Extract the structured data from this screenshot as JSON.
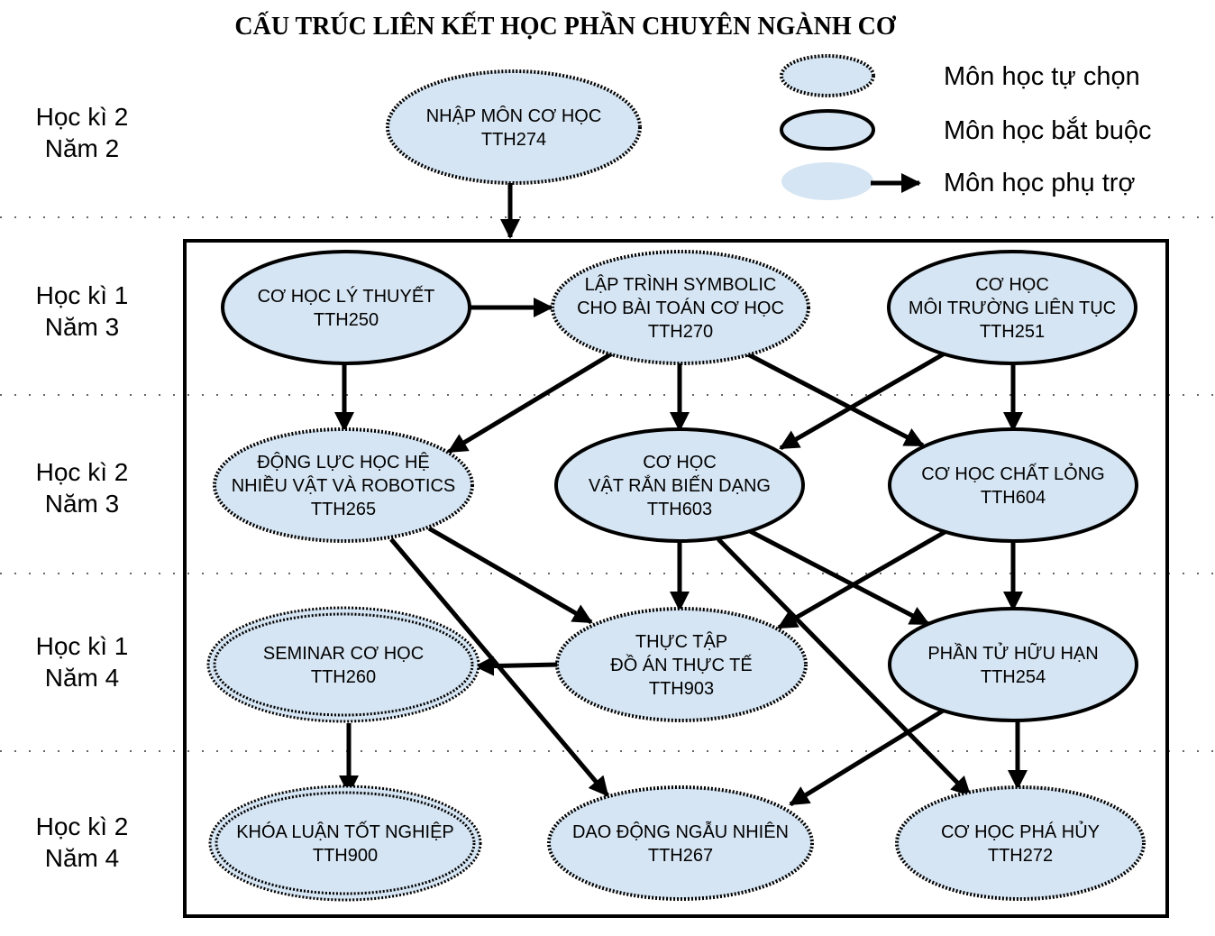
{
  "title": "CẤU TRÚC LIÊN KẾT HỌC PHẦN CHUYÊN NGÀNH CƠ",
  "colors": {
    "node_fill": "#d6e5f3",
    "stroke": "#000000"
  },
  "legend": [
    {
      "type": "elective",
      "label": "Môn học tự chọn"
    },
    {
      "type": "required",
      "label": "Môn học bắt buộc"
    },
    {
      "type": "supporting",
      "label": "Môn học phụ trợ"
    }
  ],
  "semesters": [
    {
      "line1": "Học kì 2",
      "line2": "Năm 2"
    },
    {
      "line1": "Học kì 1",
      "line2": "Năm 3"
    },
    {
      "line1": "Học kì 2",
      "line2": "Năm 3"
    },
    {
      "line1": "Học kì 1",
      "line2": "Năm 4"
    },
    {
      "line1": "Học kì 2",
      "line2": "Năm 4"
    }
  ],
  "nodes": {
    "tth274": {
      "type": "elective",
      "lines": [
        "NHẬP MÔN CƠ HỌC",
        "TTH274"
      ]
    },
    "tth250": {
      "type": "required",
      "lines": [
        "CƠ HỌC LÝ THUYẾT",
        "TTH250"
      ]
    },
    "tth270": {
      "type": "elective",
      "lines": [
        "LẬP TRÌNH SYMBOLIC",
        "CHO BÀI TOÁN CƠ HỌC",
        "TTH270"
      ]
    },
    "tth251": {
      "type": "required",
      "lines": [
        "CƠ HỌC",
        "MÔI TRƯỜNG LIÊN TỤC",
        "TTH251"
      ]
    },
    "tth265": {
      "type": "elective",
      "lines": [
        "ĐỘNG LỰC HỌC HỆ",
        "NHIỀU VẬT VÀ ROBOTICS",
        "TTH265"
      ]
    },
    "tth603": {
      "type": "required",
      "lines": [
        "CƠ HỌC",
        "VẬT RẮN BIẾN DẠNG",
        "TTH603"
      ]
    },
    "tth604": {
      "type": "required",
      "lines": [
        "CƠ HỌC CHẤT LỎNG",
        "TTH604"
      ]
    },
    "tth260": {
      "type": "double",
      "lines": [
        "SEMINAR CƠ HỌC",
        "TTH260"
      ]
    },
    "tth903": {
      "type": "elective",
      "lines": [
        "THỰC TẬP",
        "ĐỒ ÁN THỰC TẾ",
        "TTH903"
      ]
    },
    "tth254": {
      "type": "required",
      "lines": [
        "PHẦN TỬ HỮU HẠN",
        "TTH254"
      ]
    },
    "tth900": {
      "type": "double",
      "lines": [
        "KHÓA LUẬN TỐT NGHIỆP",
        "TTH900"
      ]
    },
    "tth267": {
      "type": "elective",
      "lines": [
        "DAO ĐỘNG NGẪU NHIÊN",
        "TTH267"
      ]
    },
    "tth272": {
      "type": "elective",
      "lines": [
        "CƠ HỌC PHÁ HỦY",
        "TTH272"
      ]
    }
  },
  "edges": [
    [
      "tth274",
      "box"
    ],
    [
      "tth250",
      "tth270"
    ],
    [
      "tth250",
      "tth265"
    ],
    [
      "tth270",
      "tth265"
    ],
    [
      "tth270",
      "tth603"
    ],
    [
      "tth270",
      "tth604"
    ],
    [
      "tth251",
      "tth603"
    ],
    [
      "tth251",
      "tth604"
    ],
    [
      "tth265",
      "tth903"
    ],
    [
      "tth265",
      "tth267"
    ],
    [
      "tth603",
      "tth903"
    ],
    [
      "tth603",
      "tth254"
    ],
    [
      "tth603",
      "tth272"
    ],
    [
      "tth604",
      "tth903"
    ],
    [
      "tth604",
      "tth254"
    ],
    [
      "tth903",
      "tth260"
    ],
    [
      "tth260",
      "tth900"
    ],
    [
      "tth254",
      "tth267"
    ],
    [
      "tth254",
      "tth272"
    ]
  ]
}
